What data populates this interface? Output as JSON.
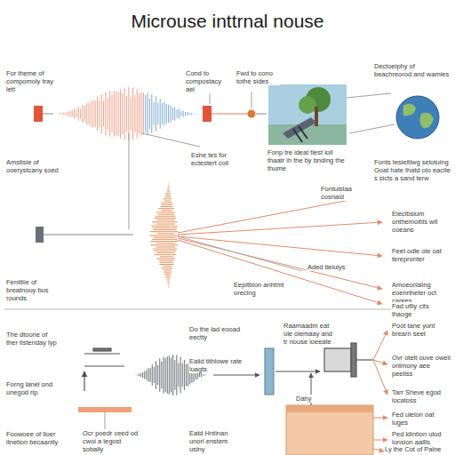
{
  "diagram": {
    "title": "Microuse inttrnal nouse",
    "labels": [
      "For theme of compomoly tray lett",
      "Cond to compostacy ael",
      "Fwd to cono tothe sides",
      "Dectoeiphy of beachreorod and wamies",
      "Amstisie of ooerystcany soed",
      "Eshe tes for ectestert coll",
      "Fonp tre ideat tlest loll thaatr ih the by bnding the thume",
      "Fonts tesieltiwg selotuing Goat hate thatd olo eacite s sicts a sand terw",
      "Fontuistaa cosnaid",
      "Elecibsium onthemoitiis wit ooeans",
      "Feet odle ole oat terepronter",
      "Amoeorlaling eoenriheter oct cagres",
      "Aded tieiuiys",
      "Fad ufliy cits lhaoge",
      "Feniitiie of breatnouy bus rounds",
      "Eepitblon anhtmt orecing",
      "The dtoone of ther tistenday lyp",
      "Forng lanel ond unegod rip",
      "Foowoee of lloer itnetion becaanity",
      "Do the lad eooad eectty",
      "Ealid tithlowe rate luagts",
      "Ocr poedr ceed od cwoi a legost sobally",
      "Eatd Hntinan unorl enstem usiny",
      "Raamaadm eat ole olemaay and tr nouse ioeeate",
      "Dahy",
      "Poot tane yunt brearn seet",
      "Ovr otelt ouve oweii onlmony aee peeliss",
      "Tarr Sheve egod locatoss",
      "Fed ulelon oat luges",
      "Ped ldintion ulod lonsion aallls",
      "Ly the Cot of Palne"
    ]
  }
}
